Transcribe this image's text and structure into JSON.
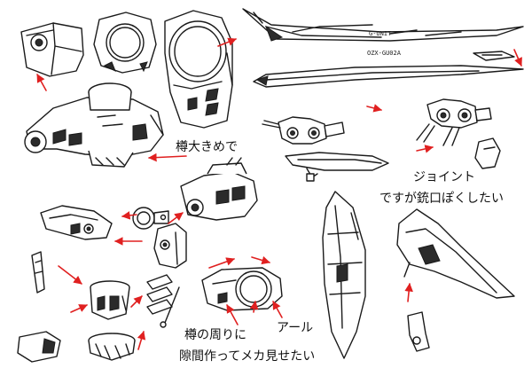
{
  "notes": {
    "barrel_bigger": "樽大きめで",
    "joint": "ジョイント",
    "joint_gun": "ですが銃口ぽくしたい",
    "barrel_gap_line1": "樽の周りに",
    "barrel_gap_line2": "隙間作ってメカ見せたい",
    "arc": "アール"
  },
  "labels": {
    "g_unit": "G-UNIT",
    "part_code": "OZX-GU02A"
  },
  "colors": {
    "ink": "#1a1a1a",
    "arrow": "#e02020",
    "paper": "#ffffff"
  }
}
